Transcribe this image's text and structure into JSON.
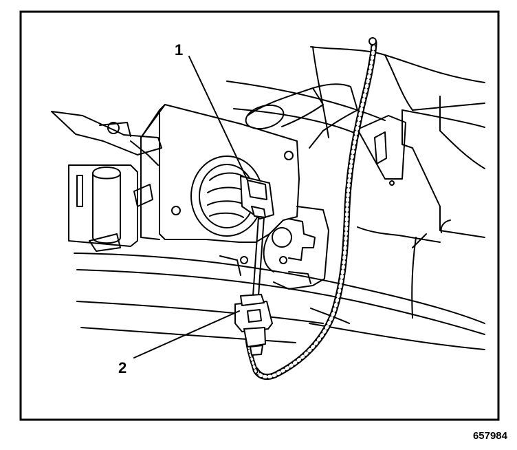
{
  "callouts": [
    {
      "id": "1",
      "label": "1"
    },
    {
      "id": "2",
      "label": "2"
    }
  ],
  "figure_number": "657984"
}
